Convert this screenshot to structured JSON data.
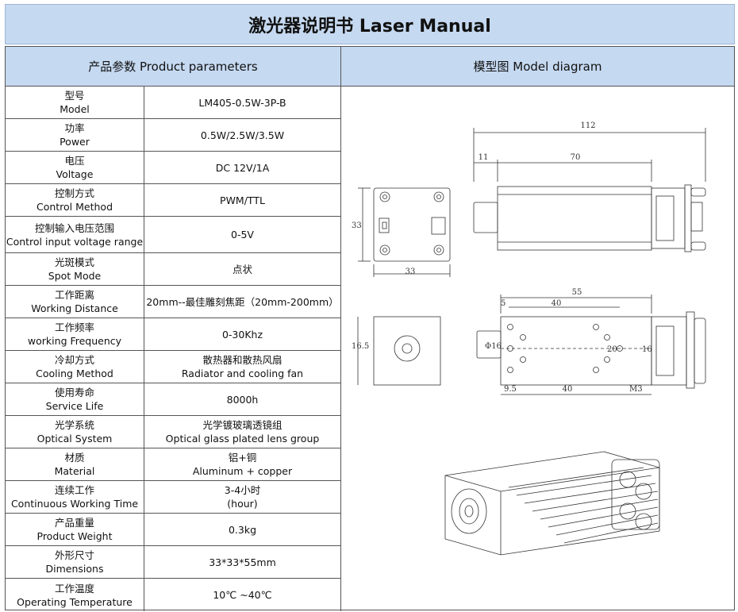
{
  "title": "激光器说明书 Laser Manual",
  "headers": {
    "params": "产品参数 Product parameters",
    "diagram": "模型图 Model diagram"
  },
  "rows": [
    {
      "cn": "型号",
      "en": "Model",
      "value": "LM405-0.5W-3P-B"
    },
    {
      "cn": "功率",
      "en": "Power",
      "value": "0.5W/2.5W/3.5W"
    },
    {
      "cn": "电压",
      "en": "Voltage",
      "value": "DC 12V/1A"
    },
    {
      "cn": "控制方式",
      "en": "Control Method",
      "value": "PWM/TTL"
    },
    {
      "cn": "控制输入电压范围",
      "en": "Control input voltage range",
      "value": "0-5V"
    },
    {
      "cn": "光斑模式",
      "en": "Spot Mode",
      "value": "点状"
    },
    {
      "cn": "工作距离",
      "en": "Working Distance",
      "value": "20mm--最佳雕刻焦距（20mm-200mm）"
    },
    {
      "cn": "工作频率",
      "en": "working Frequency",
      "value": "0-30Khz"
    },
    {
      "cn": "冷却方式",
      "en": "Cooling Method",
      "value": "散热器和散热风扇",
      "value2": "Radiator and cooling fan"
    },
    {
      "cn": "使用寿命",
      "en": "Service Life",
      "value": "8000h"
    },
    {
      "cn": "光学系统",
      "en": "Optical System",
      "value": "光学镀玻璃透镜组",
      "value2": "Optical glass plated lens group"
    },
    {
      "cn": "材质",
      "en": "Material",
      "value": "铝+铜",
      "value2": "Aluminum + copper"
    },
    {
      "cn": "连续工作",
      "en": "Continuous Working Time",
      "value": "3-4小时",
      "value2": "(hour)"
    },
    {
      "cn": "产品重量",
      "en": "Product Weight",
      "value": "0.3kg"
    },
    {
      "cn": "外形尺寸",
      "en": "Dimensions",
      "value": "33*33*55mm"
    },
    {
      "cn": "工作温度",
      "en": "Operating Temperature",
      "value": "10℃ ~40℃"
    }
  ],
  "dimensions": {
    "overall_length": "112",
    "body_length": "70",
    "lens_length": "11",
    "front_height": "33",
    "front_width": "33",
    "side_length": "55",
    "hole_span_top": "40",
    "hole_offset_top": "5",
    "hole_offset_bottom": "9.5",
    "hole_span_bottom": "40",
    "side_height": "16.5",
    "lens_dia": "Φ16",
    "hole_spacing_v": "20",
    "hole_spacing_h": "16",
    "thread": "M3"
  }
}
